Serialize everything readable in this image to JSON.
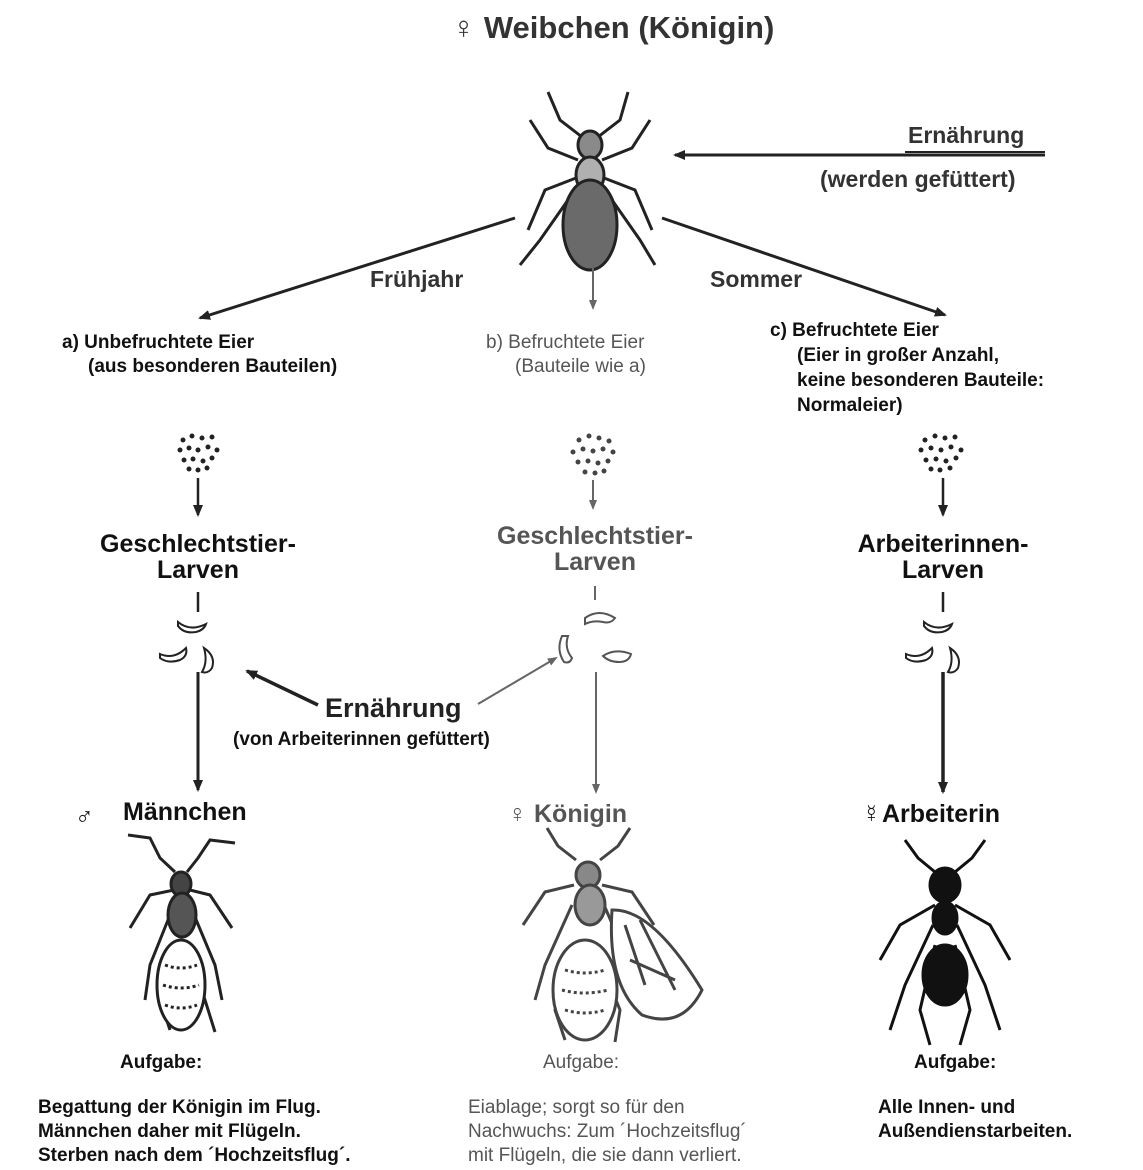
{
  "title": "♀ Weibchen (Königin)",
  "feeding_top": {
    "label": "Ernährung",
    "sub": "(werden gefüttert)"
  },
  "seasons": {
    "spring": "Frühjahr",
    "summer": "Sommer"
  },
  "eggs": {
    "a": {
      "line1": "a) Unbefruchtete Eier",
      "line2": "(aus besonderen Bauteilen)"
    },
    "b": {
      "line1": "b) Befruchtete Eier",
      "line2": "(Bauteile wie a)"
    },
    "c": {
      "line1": "c) Befruchtete Eier",
      "line2": "(Eier in großer Anzahl,",
      "line3": "keine besonderen Bauteile:",
      "line4": "Normaleier)"
    }
  },
  "larvae": {
    "a": {
      "line1": "Geschlechtstier-",
      "line2": "Larven"
    },
    "b": {
      "line1": "Geschlechtstier-",
      "line2": "Larven"
    },
    "c": {
      "line1": "Arbeiterinnen-",
      "line2": "Larven"
    }
  },
  "feeding_mid": {
    "label": "Ernährung",
    "sub": "(von Arbeiterinnen gefüttert)"
  },
  "castes": {
    "male": {
      "symbol": "♂",
      "label": "Männchen"
    },
    "queen": {
      "symbol": "♀",
      "label": "Königin"
    },
    "worker": {
      "symbol": "☿",
      "label": "Arbeiterin"
    }
  },
  "tasks": {
    "heading": "Aufgabe:",
    "male": [
      "Begattung der Königin im Flug.",
      "Männchen daher mit Flügeln.",
      "Sterben nach dem ´Hochzeitsflug´."
    ],
    "queen": [
      "Eiablage; sorgt so für den",
      "Nachwuchs: Zum ´Hochzeitsflug´",
      "mit Flügeln, die sie dann verliert."
    ],
    "worker": [
      "Alle Innen- und",
      "Außendienstarbeiten."
    ]
  },
  "colors": {
    "ink": "#111111",
    "grey": "#555555",
    "body_fill": "#6a6a6a",
    "thorax_fill": "#b0b0b0"
  }
}
